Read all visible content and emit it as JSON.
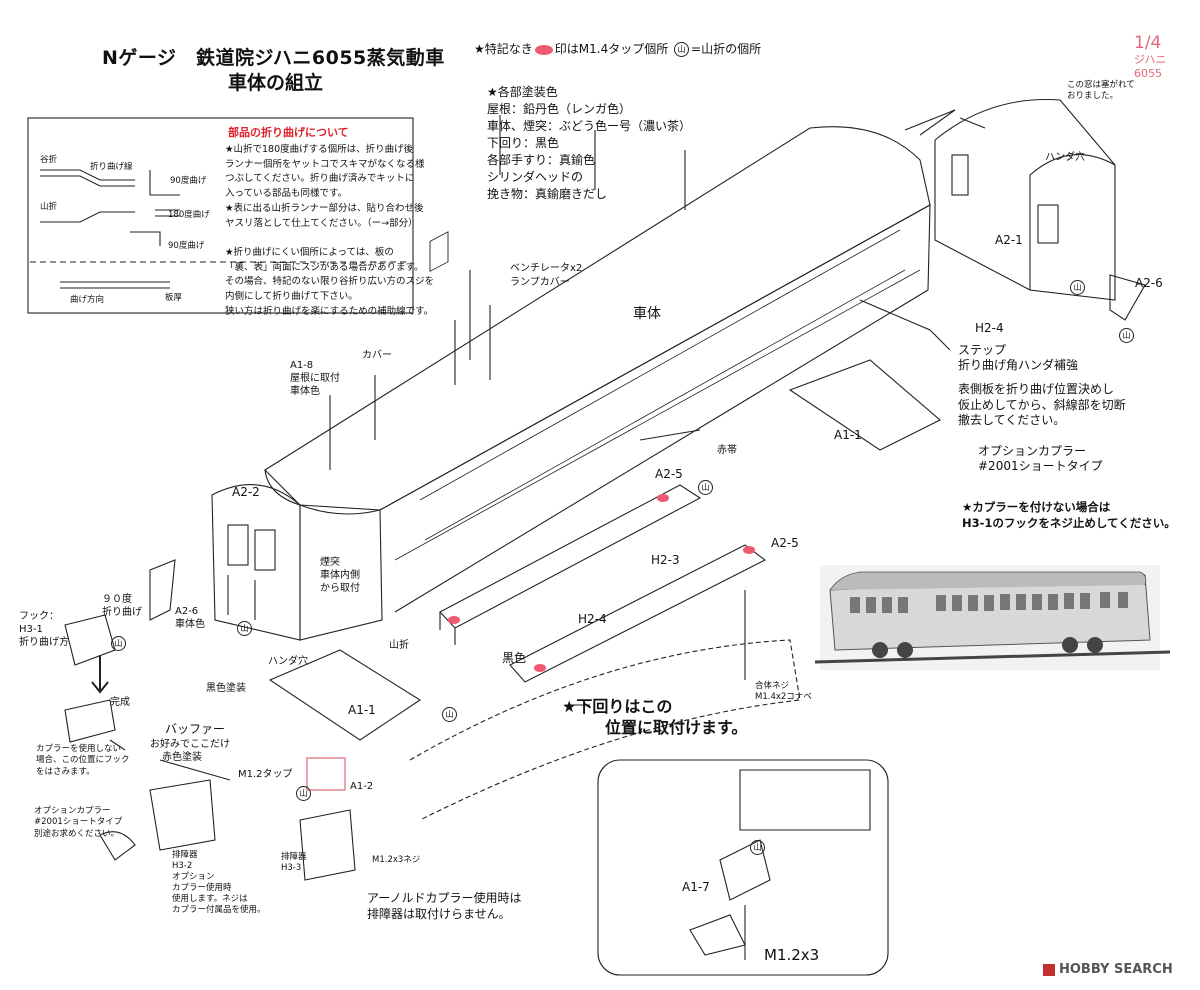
{
  "title": {
    "line1": "Nゲージ　鉄道院ジハニ6055蒸気動車",
    "line2": "車体の組立"
  },
  "page": {
    "number": "1/4",
    "model_lines": [
      "ジハニ",
      "6055"
    ]
  },
  "legend": {
    "prefix": "★特記なき",
    "middle": "印はM1.4タップ個所",
    "circle_glyph": "山",
    "suffix": "=山折の個所"
  },
  "paint": {
    "heading": "★各部塗装色",
    "lines": [
      "屋根：鉛丹色（レンガ色）",
      "車体、煙突：ぶどう色ー号（濃い茶）",
      "下回り：黒色",
      "各部手すり：真鍮色",
      "シリンダヘッドの",
      "挽き物：真鍮磨きだし"
    ]
  },
  "bending_box": {
    "heading": "部品の折り曲げについて",
    "valley_label": "谷折",
    "mountain_label": "山折",
    "fold_line": "折り曲げ線",
    "deg90": "90度曲げ",
    "deg180": "180度曲げ",
    "deg90b": "90度曲げ",
    "fold_dir": "曲げ方向",
    "plate_thick": "板厚",
    "paragraphs": [
      "★山折で180度曲げする個所は、折り曲げ後",
      "ランナー個所をヤットコでスキマがなくなる様",
      "つぶしてください。折り曲げ済みでキットに",
      "入っている部品も同様です。",
      "★表に出る山折ランナー部分は、貼り合わせ後",
      "ヤスリ落として仕上てください。（ー→部分）",
      "",
      "★折り曲げにくい個所によっては、板の",
      "「裏、表」両面にスジがある場合があります。",
      "その場合、特記のない限り谷折り広い方のスジを",
      "内側にして折り曲げて下さい。",
      "狭い方は折り曲げを楽にするための補助線です。"
    ]
  },
  "labels": {
    "window_note": [
      "この窓は塞がれて",
      "おりました。"
    ],
    "handa_hole_top": "ハンダ穴",
    "a2_1": "A2-1",
    "a2_6_right": "A2-6",
    "h2_4_right": "H2-4",
    "step": [
      "ステップ",
      "折り曲げ角ハンダ補強"
    ],
    "side_plate": [
      "表側板を折り曲げ位置決めし",
      "仮止めしてから、斜線部を切断",
      "撤去してください。"
    ],
    "a1_1_right": "A1-1",
    "option_coupler_right": [
      "オプションカプラー",
      "#2001ショートタイプ"
    ],
    "no_coupler_note": [
      "★カプラーを付けない場合は",
      "H3-1のフックをネジ止めしてください。"
    ],
    "ventilator": [
      "ベンチレータx2",
      "ランプカバー"
    ],
    "body": "車体",
    "cover": "カバー",
    "a1_8": [
      "A1-8",
      "屋根に取付",
      "車体色"
    ],
    "red_band": "赤帯",
    "a2_5_top": "A2-5",
    "a2_5_bottom": "A2-5",
    "a2_2": "A2-2",
    "chimney": [
      "煙突",
      "車体内側",
      "から取付"
    ],
    "h2_3": "H2-3",
    "h2_4": "H2-4",
    "mountain_fold": "山折",
    "black": "黒色",
    "combined_screw": [
      "合体ネジ",
      "M1.4x2コナベ"
    ],
    "underframe_note": [
      "★下回りはこの",
      "位置に取付けます。"
    ],
    "deg90_bend": [
      "９０度",
      "折り曲げ"
    ],
    "a2_6_left": [
      "A2-6",
      "車体色"
    ],
    "hook": [
      "フック：",
      "H3-1",
      "折り曲げ方"
    ],
    "complete": "完成",
    "handa_hole_left": "ハンダ穴",
    "black_paint": "黒色塗装",
    "a1_1_left": "A1-1",
    "buffer": [
      "バッファー",
      "お好みでここだけ",
      "赤色塗装"
    ],
    "m12_tap": "M1.2タップ",
    "a1_2": "A1-2",
    "coupler_use": [
      "カプラーを使用しない",
      "場合、この位置にフック",
      "をはさみます。"
    ],
    "option_coupler_left": [
      "オプションカプラー",
      "#2001ショートタイプ",
      "別途お求めください。"
    ],
    "cowcatcher_h32": [
      "排障器",
      "H3-2",
      "オプション",
      "カプラー使用時",
      "使用します。ネジは",
      "カプラー付属品を使用。"
    ],
    "cowcatcher_h33": [
      "排障器",
      "H3-3"
    ],
    "m12x3_screw": "M1.2x3ネジ",
    "arnold_note": [
      "アーノルドカプラー使用時は",
      "排障器は取付けらません。"
    ],
    "a1_7": "A1-7",
    "m12x3_inset": "M1.2x3",
    "watermark": "HOBBY SEARCH"
  },
  "colors": {
    "accent_pink": "#e0687a",
    "tap_marker": "#ef5a72",
    "red_heading": "#e0202c"
  }
}
